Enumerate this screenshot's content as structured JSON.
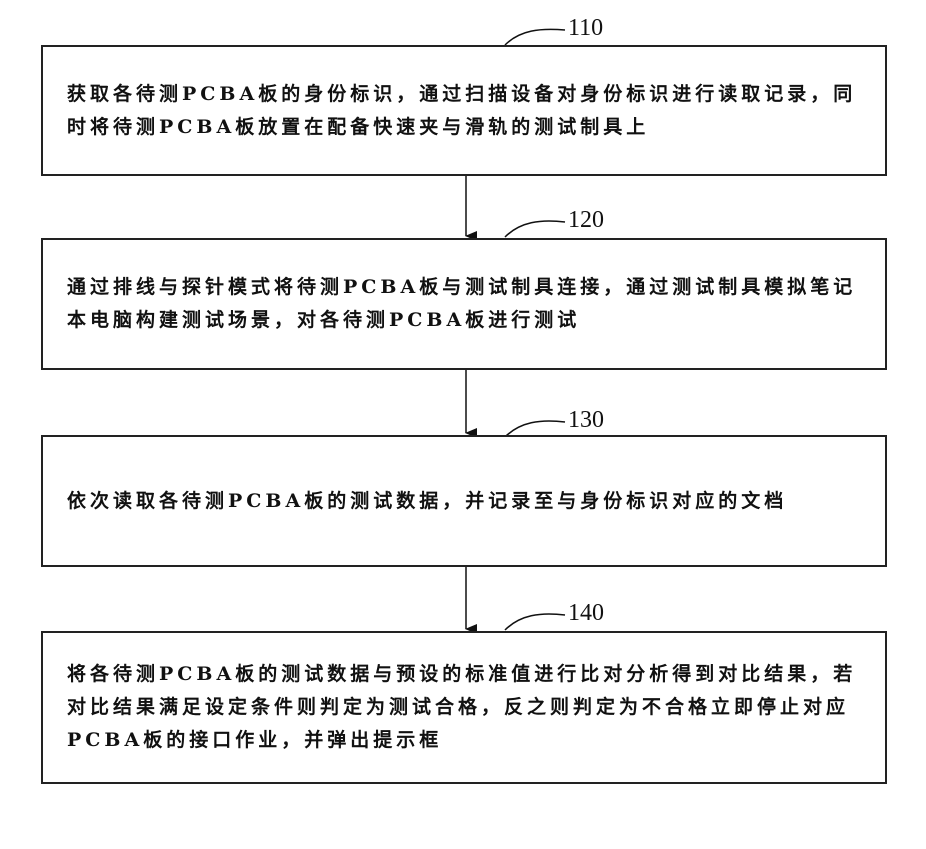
{
  "steps": [
    {
      "id": "110",
      "text": "获取各待测PCBA板的身份标识，通过扫描设备对身份标识进行读取记录，同时将待测PCBA板放置在配备快速夹与滑轨的测试制具上"
    },
    {
      "id": "120",
      "text": "通过排线与探针模式将待测PCBA板与测试制具连接，通过测试制具模拟笔记本电脑构建测试场景，对各待测PCBA板进行测试"
    },
    {
      "id": "130",
      "text": "依次读取各待测PCBA板的测试数据，并记录至与身份标识对应的文档"
    },
    {
      "id": "140",
      "text": "将各待测PCBA板的测试数据与预设的标准值进行比对分析得到对比结果，若对比结果满足设定条件则判定为测试合格，反之则判定为不合格立即停止对应PCBA板的接口作业，并弹出提示框"
    }
  ]
}
